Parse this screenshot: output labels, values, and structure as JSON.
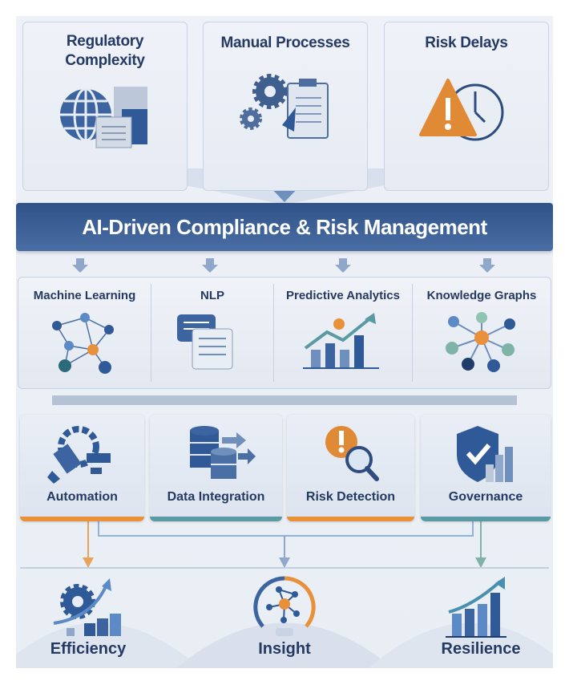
{
  "challenges": [
    {
      "label_line1": "Regulatory",
      "label_line2": "Complexity",
      "icon": "globe-documents-icon"
    },
    {
      "label": "Manual Processes",
      "icon": "gears-clipboard-icon"
    },
    {
      "label": "Risk Delays",
      "icon": "warning-clock-icon"
    }
  ],
  "banner": {
    "title": "AI-Driven Compliance & Risk Management"
  },
  "technologies": [
    {
      "label": "Machine Learning",
      "icon": "neural-network-icon"
    },
    {
      "label": "NLP",
      "icon": "chat-documents-icon"
    },
    {
      "label": "Predictive Analytics",
      "icon": "trend-chart-icon"
    },
    {
      "label": "Knowledge Graphs",
      "icon": "graph-nodes-icon"
    }
  ],
  "capabilities": [
    {
      "label": "Automation",
      "icon": "robot-arm-icon",
      "accent": "#e8913a"
    },
    {
      "label": "Data Integration",
      "icon": "database-icon",
      "accent": "#5a9aa3"
    },
    {
      "label": "Risk Detection",
      "icon": "alert-magnifier-icon",
      "accent": "#e8913a"
    },
    {
      "label": "Governance",
      "icon": "shield-check-icon",
      "accent": "#5a9aa3"
    }
  ],
  "outcomes": [
    {
      "label": "Efficiency",
      "icon": "gear-growth-icon"
    },
    {
      "label": "Insight",
      "icon": "lightbulb-network-icon"
    },
    {
      "label": "Resilience",
      "icon": "bar-growth-icon"
    }
  ],
  "colors": {
    "navy": "#243a63",
    "blue": "#3b5f95",
    "orange": "#e8913a",
    "teal": "#5a9aa3"
  }
}
